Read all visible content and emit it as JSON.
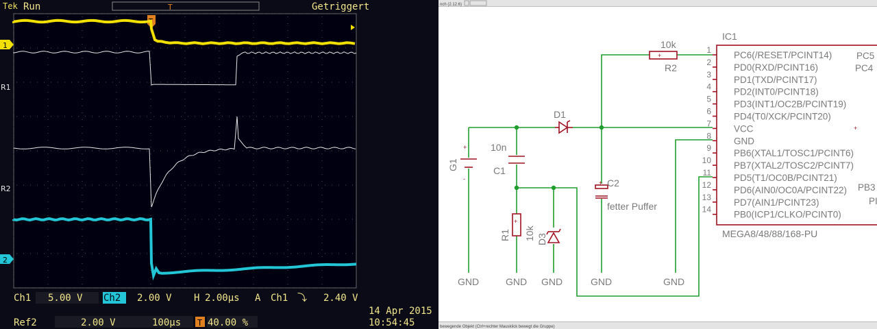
{
  "scope": {
    "status": "Run",
    "trigger_status": "Getriggert",
    "markers": {
      "ch1": "1",
      "r1": "R1",
      "r2": "R2",
      "ch2": "2",
      "trig": "T"
    },
    "bottom": {
      "ch1_label": "Ch1",
      "ch1_scale": "5.00 V",
      "ch2_label": "Ch2",
      "ch2_scale": "2.00 V",
      "h_label": "H",
      "h_scale": "2.00µs",
      "a_label": "A",
      "trig_src": "Ch1",
      "trig_edge": "⤵",
      "trig_level": "2.40 V",
      "ref2_label": "Ref2",
      "ref2_scale": "2.00 V",
      "ref2_time": "100µs",
      "trig_pos_icon": "T",
      "trig_pos": "40.00 %",
      "date": "14 Apr 2015",
      "time": "10:54:45"
    },
    "colors": {
      "ch1": "#f2e000",
      "ch2": "#22c6d6",
      "ref": "#e8e8e8"
    }
  },
  "schematic": {
    "title_fragment": "nch (2.12.6)",
    "ic": {
      "name": "IC1",
      "part": "MEGA8/48/88/168-PU",
      "pins": [
        {
          "num": "1",
          "label": "PC6(/RESET/PCINT14)"
        },
        {
          "num": "2",
          "label": "PD0(RXD/PCINT16)"
        },
        {
          "num": "3",
          "label": "PD1(TXD/PCINT17)"
        },
        {
          "num": "4",
          "label": "PD2(INT0/PCINT18)"
        },
        {
          "num": "5",
          "label": "PD3(INT1/OC2B/PCINT19)"
        },
        {
          "num": "6",
          "label": "PD4(T0/XCK/PCINT20)"
        },
        {
          "num": "7",
          "label": "VCC"
        },
        {
          "num": "8",
          "label": "GND"
        },
        {
          "num": "9",
          "label": "PB6(XTAL1/TOSC1/PCINT6)"
        },
        {
          "num": "10",
          "label": "PB7(XTAL2/TOSC2/PCINT7)"
        },
        {
          "num": "11",
          "label": "PD5(T1/OC0B/PCINT21)"
        },
        {
          "num": "12",
          "label": "PD6(AIN0/OC0A/PCINT22)"
        },
        {
          "num": "13",
          "label": "PD7(AIN1/PCINT23)"
        },
        {
          "num": "14",
          "label": "PB0(ICP1/CLKO/PCINT0)"
        }
      ],
      "right_labels": [
        "PC5",
        "PC4",
        "PB3",
        "PI"
      ]
    },
    "parts": {
      "r2_value": "10k",
      "r2_name": "R2",
      "d1_name": "D1",
      "c1_value": "10n",
      "c1_name": "C1",
      "c2_name": "C2",
      "c2_value": "fetter Puffer",
      "g1_name": "G1",
      "r1_name": "R1",
      "r1_value": "10k",
      "d3_name": "D3"
    },
    "gnd_labels": [
      "GND",
      "GND",
      "GND",
      "GND",
      "GND"
    ],
    "status_bar": "bewegende Objekt (Ctrl+rechter Mausklick bewegt die Gruppe)",
    "colors": {
      "wire": "#1f9e2e",
      "part": "#a01020",
      "text": "#7a7a7a"
    }
  }
}
